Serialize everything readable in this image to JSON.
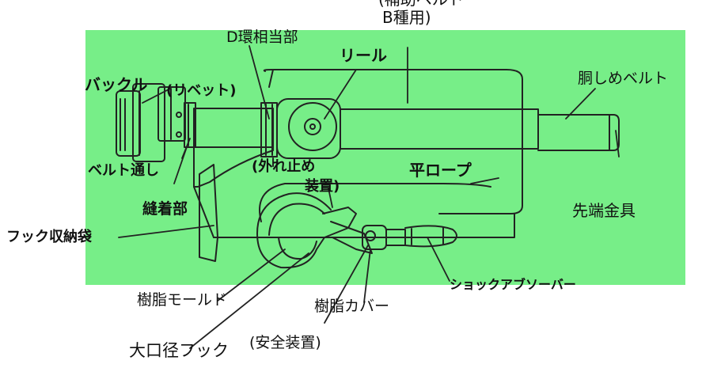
{
  "background": {
    "panel_color": "#77ee88",
    "line_color": "#222222"
  },
  "labels": {
    "hojo_belt": "(補助ベルト",
    "b_shuyo": "B種用)",
    "d_ring": "D環相当部",
    "reel": "リール",
    "buckle": "バックル",
    "rivet": "(リベット)",
    "waist_belt": "胴しめベルト",
    "belt_loop": "ベルト通し",
    "sewn_part": "縫着部",
    "stopper": "(外れ止め",
    "stopper_device": "装置)",
    "flat_rope": "平ロープ",
    "tip_fitting": "先端金具",
    "hook_pouch": "フック収納袋",
    "resin_mold": "樹脂モールド",
    "shock_absorber": "ショックアブソーバー",
    "resin_cover": "樹脂カバー",
    "large_hook": "大口径フック",
    "safety_device": "(安全装置)"
  }
}
